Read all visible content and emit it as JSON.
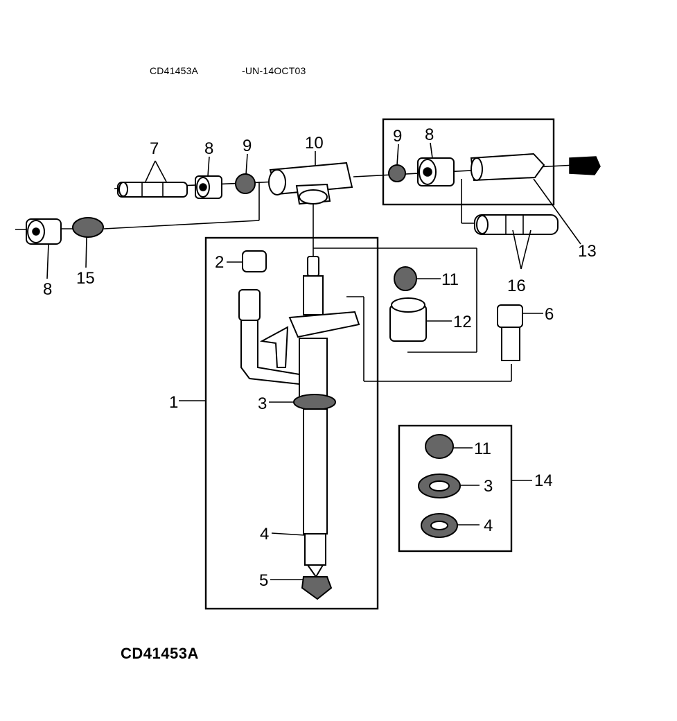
{
  "header": {
    "code_left": "CD41453A",
    "code_right": "-UN-14OCT03"
  },
  "caption": "CD41453A",
  "callouts": {
    "c1": "1",
    "c2": "2",
    "c3a": "3",
    "c3b": "3",
    "c4a": "4",
    "c4b": "4",
    "c5": "5",
    "c6": "6",
    "c7": "7",
    "c8a": "8",
    "c8b": "8",
    "c8c": "8",
    "c9a": "9",
    "c9b": "9",
    "c10": "10",
    "c11a": "11",
    "c11b": "11",
    "c12": "12",
    "c13": "13",
    "c14": "14",
    "c15": "15",
    "c16": "16"
  }
}
